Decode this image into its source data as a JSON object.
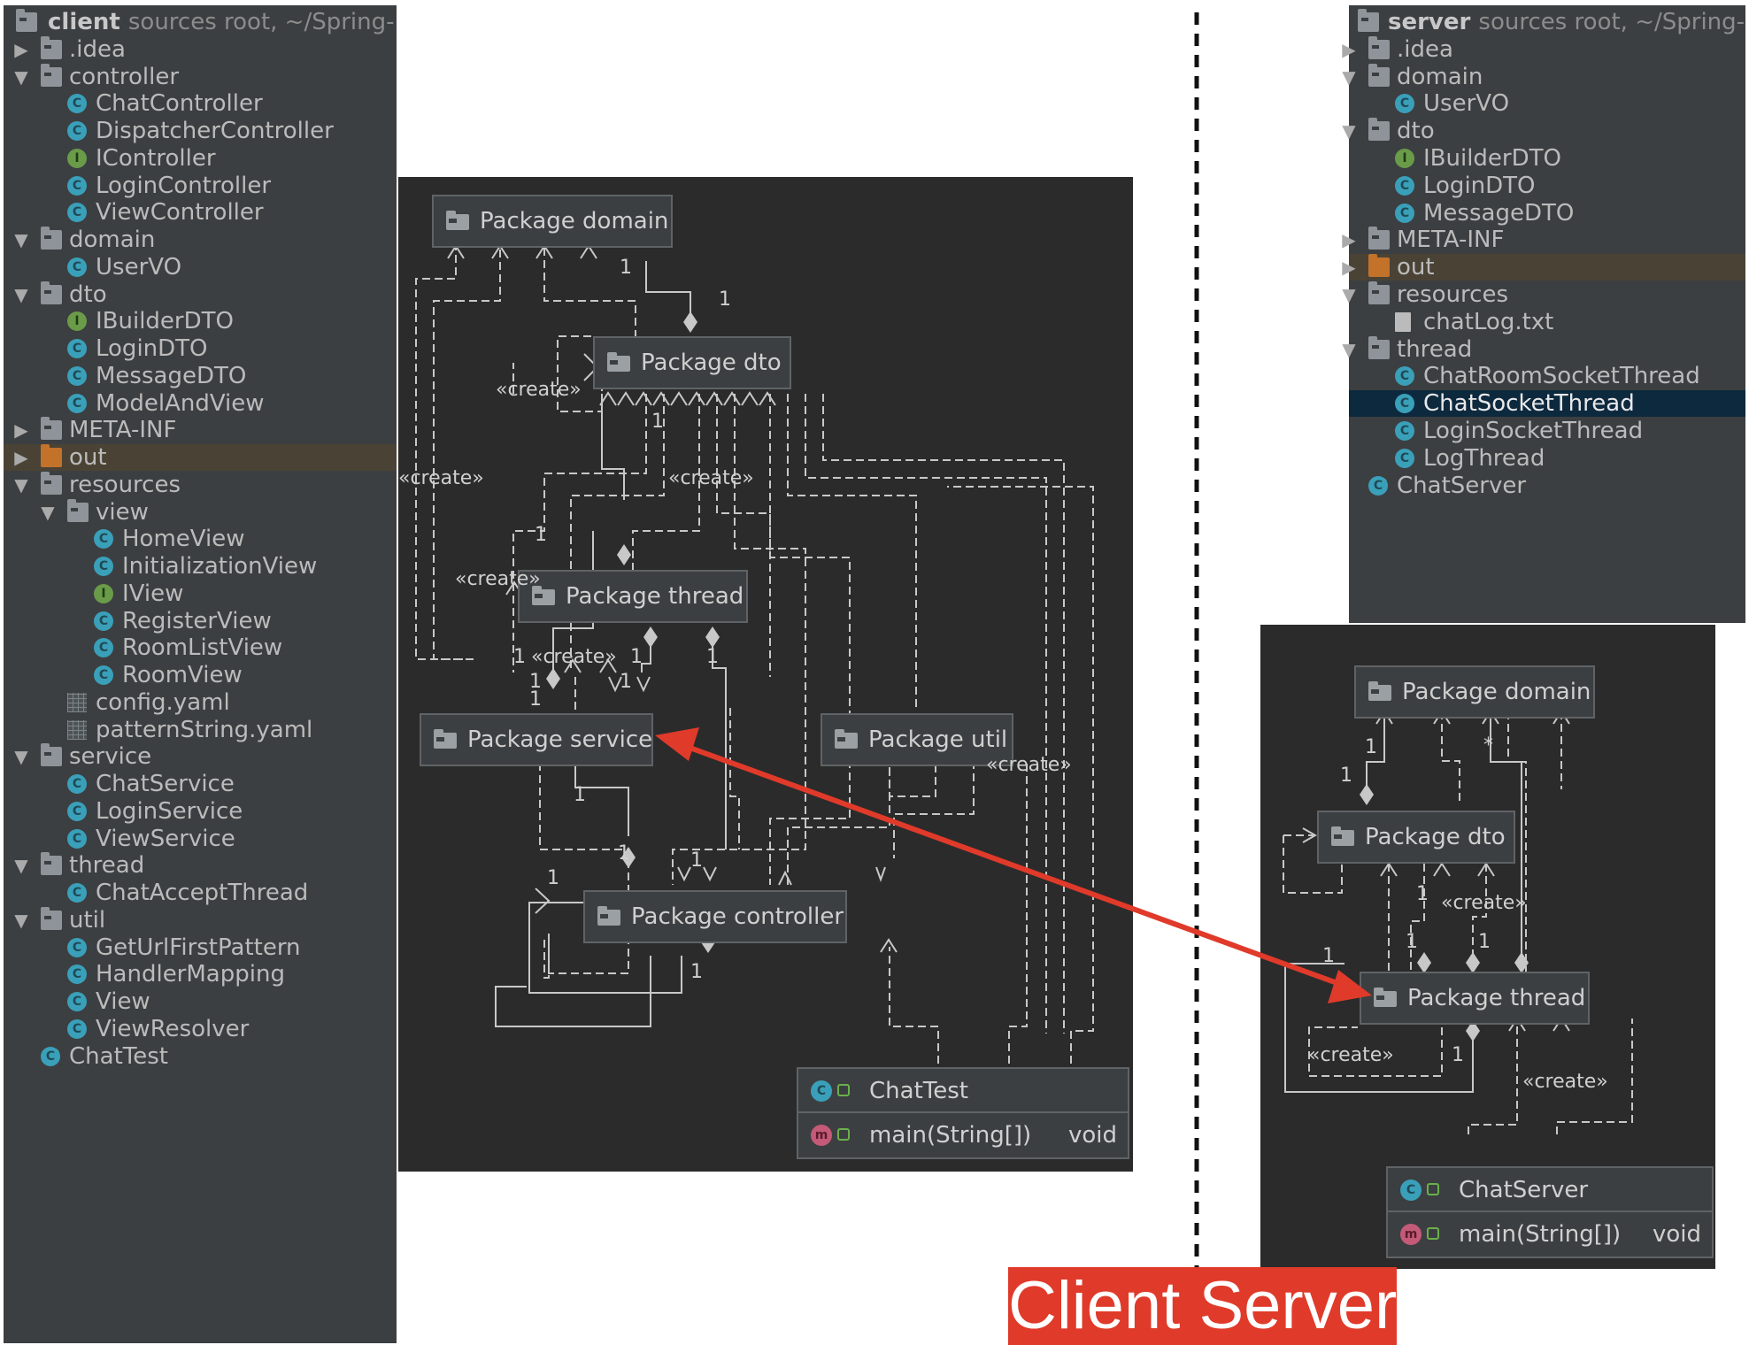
{
  "client_tree": {
    "root_name": "client",
    "root_suffix": "sources root,  ~/Spring-",
    "items": [
      {
        "label": ".idea",
        "depth": 0,
        "arrow": "▶",
        "icon": "folder"
      },
      {
        "label": "controller",
        "depth": 0,
        "arrow": "▼",
        "icon": "folder"
      },
      {
        "label": "ChatController",
        "depth": 1,
        "icon": "class"
      },
      {
        "label": "DispatcherController",
        "depth": 1,
        "icon": "class"
      },
      {
        "label": "IController",
        "depth": 1,
        "icon": "interface"
      },
      {
        "label": "LoginController",
        "depth": 1,
        "icon": "class"
      },
      {
        "label": "ViewController",
        "depth": 1,
        "icon": "class"
      },
      {
        "label": "domain",
        "depth": 0,
        "arrow": "▼",
        "icon": "folder"
      },
      {
        "label": "UserVO",
        "depth": 1,
        "icon": "class"
      },
      {
        "label": "dto",
        "depth": 0,
        "arrow": "▼",
        "icon": "folder"
      },
      {
        "label": "IBuilderDTO",
        "depth": 1,
        "icon": "interface"
      },
      {
        "label": "LoginDTO",
        "depth": 1,
        "icon": "class"
      },
      {
        "label": "MessageDTO",
        "depth": 1,
        "icon": "class"
      },
      {
        "label": "ModelAndView",
        "depth": 1,
        "icon": "class"
      },
      {
        "label": "META-INF",
        "depth": 0,
        "arrow": "▶",
        "icon": "folder"
      },
      {
        "label": "out",
        "depth": 0,
        "arrow": "▶",
        "icon": "folder-orange",
        "highlight": true
      },
      {
        "label": "resources",
        "depth": 0,
        "arrow": "▼",
        "icon": "folder"
      },
      {
        "label": "view",
        "depth": 1,
        "arrow": "▼",
        "icon": "folder"
      },
      {
        "label": "HomeView",
        "depth": 2,
        "icon": "class"
      },
      {
        "label": "InitializationView",
        "depth": 2,
        "icon": "class"
      },
      {
        "label": "IView",
        "depth": 2,
        "icon": "interface"
      },
      {
        "label": "RegisterView",
        "depth": 2,
        "icon": "class"
      },
      {
        "label": "RoomListView",
        "depth": 2,
        "icon": "class"
      },
      {
        "label": "RoomView",
        "depth": 2,
        "icon": "class"
      },
      {
        "label": "config.yaml",
        "depth": 1,
        "icon": "table"
      },
      {
        "label": "patternString.yaml",
        "depth": 1,
        "icon": "table"
      },
      {
        "label": "service",
        "depth": 0,
        "arrow": "▼",
        "icon": "folder"
      },
      {
        "label": "ChatService",
        "depth": 1,
        "icon": "class"
      },
      {
        "label": "LoginService",
        "depth": 1,
        "icon": "class"
      },
      {
        "label": "ViewService",
        "depth": 1,
        "icon": "class"
      },
      {
        "label": "thread",
        "depth": 0,
        "arrow": "▼",
        "icon": "folder"
      },
      {
        "label": "ChatAcceptThread",
        "depth": 1,
        "icon": "class"
      },
      {
        "label": "util",
        "depth": 0,
        "arrow": "▼",
        "icon": "folder"
      },
      {
        "label": "GetUrlFirstPattern",
        "depth": 1,
        "icon": "class"
      },
      {
        "label": "HandlerMapping",
        "depth": 1,
        "icon": "class"
      },
      {
        "label": "View",
        "depth": 1,
        "icon": "class"
      },
      {
        "label": "ViewResolver",
        "depth": 1,
        "icon": "class"
      },
      {
        "label": "ChatTest",
        "depth": 0,
        "icon": "runnable"
      }
    ]
  },
  "server_tree": {
    "root_name": "server",
    "root_suffix": "sources root,  ~/Spring-",
    "items": [
      {
        "label": ".idea",
        "depth": 0,
        "arrow": "▶",
        "icon": "folder"
      },
      {
        "label": "domain",
        "depth": 0,
        "arrow": "▼",
        "icon": "folder"
      },
      {
        "label": "UserVO",
        "depth": 1,
        "icon": "class"
      },
      {
        "label": "dto",
        "depth": 0,
        "arrow": "▼",
        "icon": "folder"
      },
      {
        "label": "IBuilderDTO",
        "depth": 1,
        "icon": "interface"
      },
      {
        "label": "LoginDTO",
        "depth": 1,
        "icon": "class"
      },
      {
        "label": "MessageDTO",
        "depth": 1,
        "icon": "class"
      },
      {
        "label": "META-INF",
        "depth": 0,
        "arrow": "▶",
        "icon": "folder"
      },
      {
        "label": "out",
        "depth": 0,
        "arrow": "▶",
        "icon": "folder-orange",
        "highlight": true
      },
      {
        "label": "resources",
        "depth": 0,
        "arrow": "▼",
        "icon": "folder"
      },
      {
        "label": "chatLog.txt",
        "depth": 1,
        "icon": "file"
      },
      {
        "label": "thread",
        "depth": 0,
        "arrow": "▼",
        "icon": "folder"
      },
      {
        "label": "ChatRoomSocketThread",
        "depth": 1,
        "icon": "class"
      },
      {
        "label": "ChatSocketThread",
        "depth": 1,
        "icon": "class",
        "selected": true
      },
      {
        "label": "LoginSocketThread",
        "depth": 1,
        "icon": "class"
      },
      {
        "label": "LogThread",
        "depth": 1,
        "icon": "class"
      },
      {
        "label": "ChatServer",
        "depth": 0,
        "icon": "runnable"
      }
    ]
  },
  "client_diagram": {
    "packages": {
      "domain": "Package domain",
      "dto": "Package dto",
      "thread": "Package thread",
      "service": "Package service",
      "util": "Package util",
      "controller": "Package controller"
    },
    "class_box": {
      "name": "ChatTest",
      "method": "main(String[])",
      "return_type": "void"
    },
    "create_label": "«create»",
    "mult_one": "1"
  },
  "server_diagram": {
    "packages": {
      "domain": "Package domain",
      "dto": "Package dto",
      "thread": "Package thread"
    },
    "class_box": {
      "name": "ChatServer",
      "method": "main(String[])",
      "return_type": "void"
    },
    "create_label": "«create»",
    "mult_one": "1",
    "mult_many": "*"
  },
  "caption": {
    "left": "Client",
    "right": "Server"
  },
  "colors": {
    "annotation_red": "#e03a2a",
    "ide_panel": "#3c3f41",
    "diagram_bg": "#2b2b2b"
  }
}
